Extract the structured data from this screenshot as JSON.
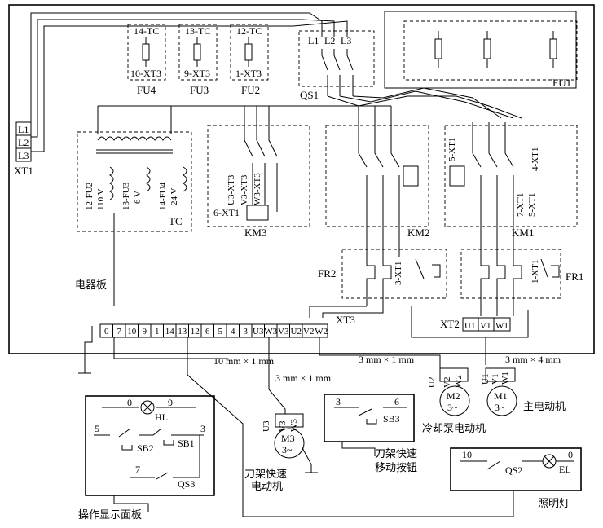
{
  "labels": {
    "fu4_top": "14-TC",
    "fu4_bot": "10-XT3",
    "fu4": "FU4",
    "fu3_top": "13-TC",
    "fu3_bot": "9-XT3",
    "fu3": "FU3",
    "fu2_top": "12-TC",
    "fu2_bot": "1-XT3",
    "fu2": "FU2",
    "qs1_l1": "L1",
    "qs1_l2": "L2",
    "qs1_l3": "L3",
    "qs1": "QS1",
    "fu1": "FU1",
    "xt1_l1": "L1",
    "xt1_l2": "L2",
    "xt1_l3": "L3",
    "xt1": "XT1",
    "tc_a": "12-FU2",
    "tc_a2": "110 V",
    "tc_b": "13-FU3",
    "tc_b2": "6 V",
    "tc_c": "14-FU4",
    "tc_c2": "24 V",
    "tc": "TC",
    "km3_u": "U3-XT3",
    "km3_v": "V3-XT3",
    "km3_w": "W3-XT3",
    "km3_xt": "6-XT1",
    "km3": "KM3",
    "km2": "KM2",
    "km1_a": "5-XT1",
    "km1_b": "4-XT1",
    "km1_c": "7-XT1",
    "km1_d": "5-XT1",
    "km1": "KM1",
    "fr2": "FR2",
    "fr2_xt": "3-XT1",
    "fr1": "FR1",
    "fr1_xt": "1-XT1",
    "board": "电器板",
    "xt3": "XT3",
    "xt2": "XT2",
    "xt2_cells": [
      "U1",
      "V1",
      "W1"
    ],
    "xt3_cells": [
      "0",
      "7",
      "10",
      "9",
      "1",
      "14",
      "13",
      "12",
      "6",
      "5",
      "4",
      "3",
      "U3",
      "W3",
      "V3",
      "U2",
      "V2",
      "W2"
    ],
    "cable1": "10 mm × 1 mm",
    "cable2": "3 mm × 1 mm",
    "cable3": "3 mm × 1 mm",
    "cable4": "3 mm × 4 mm",
    "m1": "M1",
    "m1_sub": "3~",
    "m1_u": "U1",
    "m1_v": "V1",
    "m1_w": "W1",
    "m1_name": "主电动机",
    "m2": "M2",
    "m2_sub": "3~",
    "m2_u": "U2",
    "m2_v": "V2",
    "m2_w": "W2",
    "m2_name": "冷却泵电动机",
    "m3": "M3",
    "m3_sub": "3~",
    "m3_u": "U3",
    "m3_v": "V3",
    "m3_w": "W3",
    "m3_name1": "刀架快速",
    "m3_name2": "电动机",
    "panel": "操作显示面板",
    "hl_0": "0",
    "hl_9": "9",
    "hl": "HL",
    "sb2_5": "5",
    "sb2": "SB2",
    "sb1": "SB1",
    "sb1_3": "3",
    "qs3_7": "7",
    "qs3": "QS3",
    "sb3_3": "3",
    "sb3_6": "6",
    "sb3": "SB3",
    "sb3_name1": "刀架快速",
    "sb3_name2": "移动按钮",
    "el_10": "10",
    "el_0": "0",
    "qs2": "QS2",
    "el": "EL",
    "lamp": "照明灯"
  }
}
